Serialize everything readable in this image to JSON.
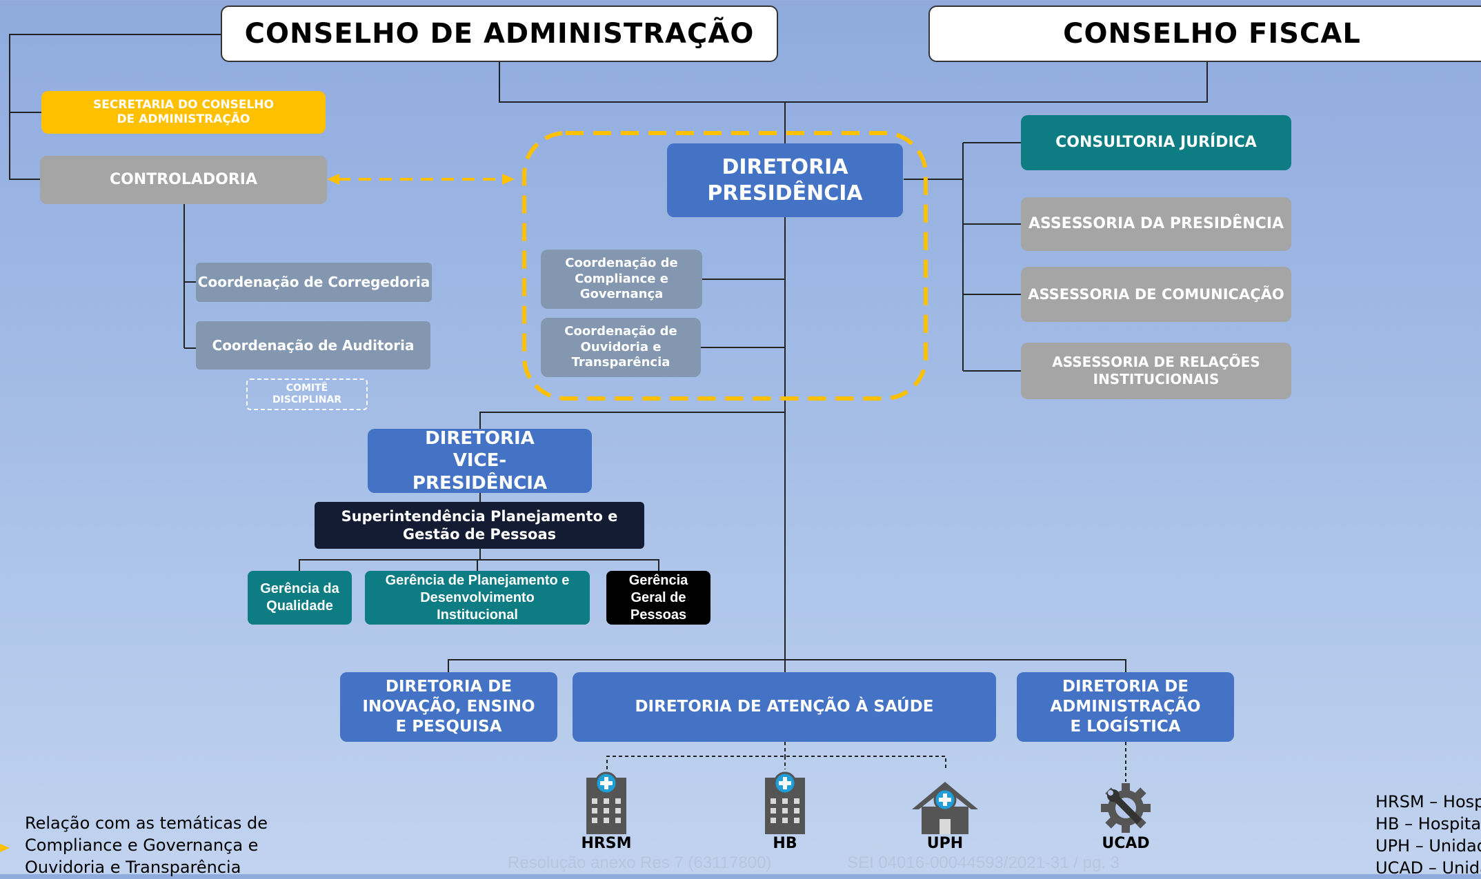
{
  "board": {
    "admin": "CONSELHO DE ADMINISTRAÇÃO",
    "fiscal": "CONSELHO FISCAL"
  },
  "left": {
    "secretaria": "SECRETARIA DO CONSELHO DE ADMINISTRAÇÃO",
    "controladoria": "CONTROLADORIA",
    "corregedoria": "Coordenação de  Corregedoria",
    "auditoria": "Coordenação de  Auditoria",
    "comite": "COMITÊ DISCIPLINAR"
  },
  "presidencia": {
    "title": "DIRETORIA PRESIDÊNCIA",
    "compliance": "Coordenação de Compliance e Governança",
    "ouvidoria": "Coordenação de Ouvidoria e Transparência"
  },
  "right": {
    "juridica": "CONSULTORIA JURÍDICA",
    "assessoria_presidencia": "ASSESSORIA DA PRESIDÊNCIA",
    "comunicacao": "ASSESSORIA DE COMUNICAÇÃO",
    "relacoes": "ASSESSORIA DE RELAÇÕES INSTITUCIONAIS"
  },
  "vice": {
    "title": "DIRETORIA VICE-PRESIDÊNCIA",
    "superintendencia": "Superintendência Planejamento e Gestão de Pessoas",
    "qualidade": "Gerência da Qualidade",
    "planejamento": "Gerência de Planejamento e Desenvolvimento Institucional",
    "pessoas": "Gerência Geral de Pessoas"
  },
  "diretorias": {
    "inovacao": "DIRETORIA DE INOVAÇÃO, ENSINO E PESQUISA",
    "saude": "DIRETORIA DE ATENÇÃO À SAÚDE",
    "administracao": "DIRETORIA DE ADMINISTRAÇÃO E LOGÍSTICA"
  },
  "units": {
    "hrsm": "HRSM",
    "hb": "HB",
    "uph": "UPH",
    "ucad": "UCAD"
  },
  "legend_left": {
    "line1": "Relação com as temáticas de",
    "line2": "Compliance e Governança e",
    "line3": "Ouvidoria e Transparência"
  },
  "legend_right": {
    "line1": "HRSM – Hosp",
    "line2": "HB – Hospital",
    "line3": "UPH – Unidad",
    "line4": "UCAD – Unida"
  },
  "footer": {
    "resolucao": "Resolução anexo Res 7 (63117800)",
    "sei": "SEI 04016-00044593/2021-31 / pg. 3"
  },
  "colors": {
    "blue": "#4472c4",
    "teal": "#0e7c83",
    "gold": "#ffc000",
    "gray": "#a5a5a5",
    "slate": "#8497b0",
    "navy": "#141c34"
  }
}
